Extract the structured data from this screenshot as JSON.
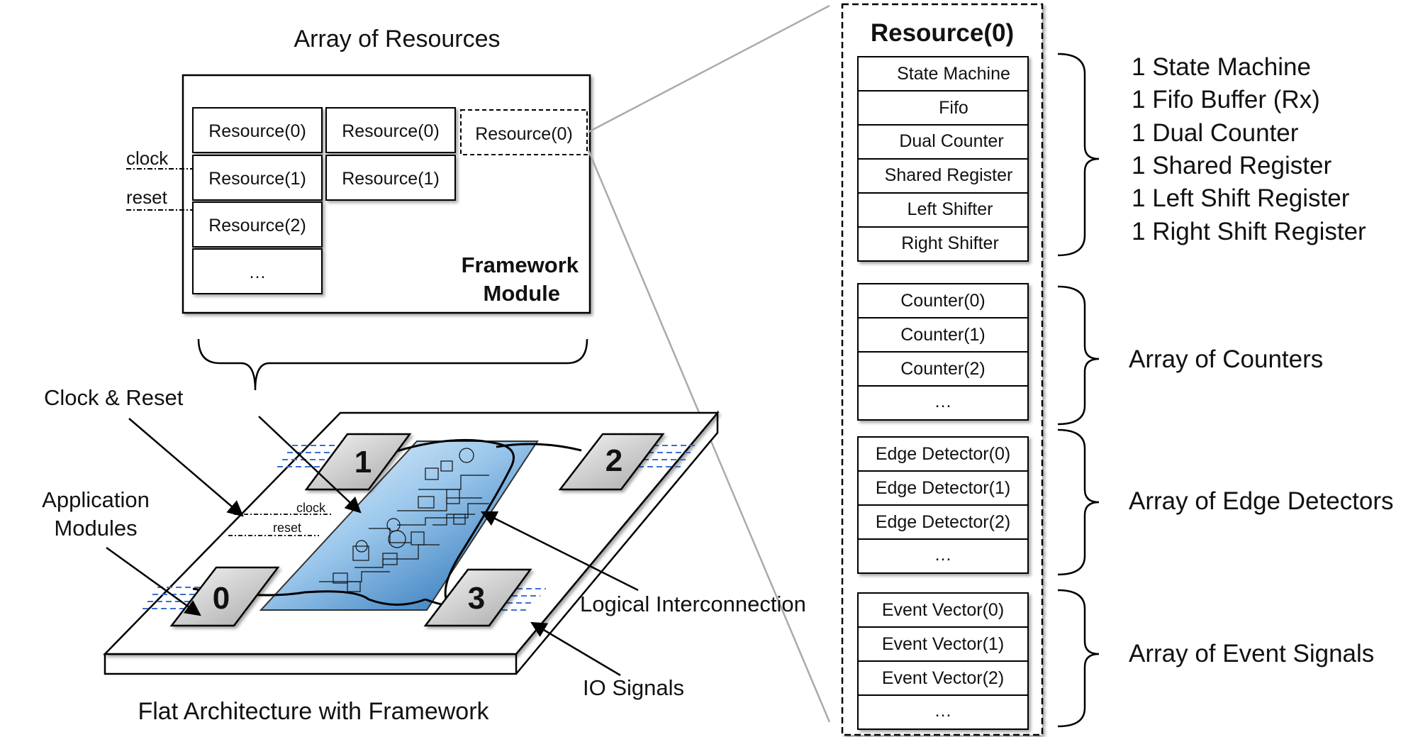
{
  "array_of_resources": {
    "title": "Array of Resources",
    "clock": "clock",
    "reset": "reset",
    "col1": [
      "Resource(0)",
      "Resource(1)",
      "Resource(2)",
      "…"
    ],
    "col2": [
      "Resource(0)",
      "Resource(1)"
    ],
    "col3": [
      "Resource(0)"
    ],
    "module_line1": "Framework",
    "module_line2": "Module"
  },
  "resource_detail": {
    "title": "Resource(0)",
    "group1": [
      "State Machine",
      "Fifo",
      "Dual Counter",
      "Shared Register",
      "Left Shifter",
      "Right Shifter"
    ],
    "group2": [
      "Counter(0)",
      "Counter(1)",
      "Counter(2)",
      "…"
    ],
    "group3": [
      "Edge Detector(0)",
      "Edge Detector(1)",
      "Edge Detector(2)",
      "…"
    ],
    "group4": [
      "Event Vector(0)",
      "Event Vector(1)",
      "Event Vector(2)",
      "…"
    ]
  },
  "descriptions": {
    "group1": [
      "1 State Machine",
      "1 Fifo Buffer (Rx)",
      "1 Dual Counter",
      "1 Shared Register",
      "1 Left Shift Register",
      "1 Right Shift Register"
    ],
    "group2": "Array of Counters",
    "group3": "Array of Edge Detectors",
    "group4": "Array of Event Signals"
  },
  "board": {
    "clock_reset_label": "Clock & Reset",
    "app_modules_line1": "Application",
    "app_modules_line2": "Modules",
    "clock": "clock",
    "reset": "reset",
    "module_numbers": [
      "0",
      "1",
      "2",
      "3"
    ],
    "logical_interconnection": "Logical Interconnection",
    "io_signals": "IO Signals",
    "caption": "Flat Architecture with Framework"
  },
  "colors": {
    "fabric_light": "#e8f3fb",
    "fabric_dark": "#1f6fb8",
    "io_dash": "#3a6fd0"
  }
}
